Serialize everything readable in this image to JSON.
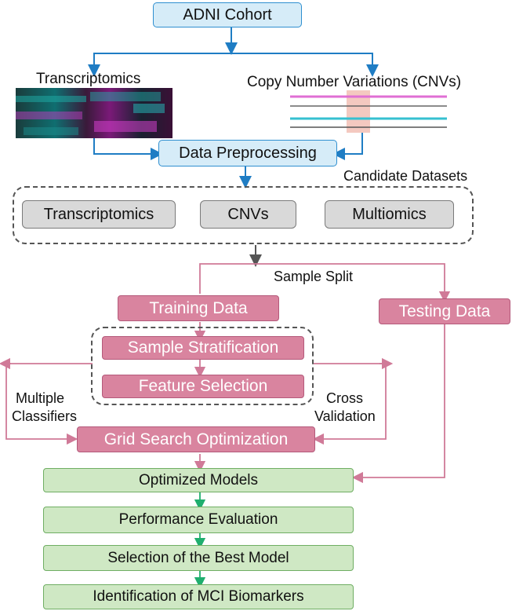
{
  "nodes": {
    "adni": "ADNI Cohort",
    "preprocessing": "Data Preprocessing",
    "transcriptomics_ds": "Transcriptomics",
    "cnvs_ds": "CNVs",
    "multiomics_ds": "Multiomics",
    "training": "Training Data",
    "testing": "Testing Data",
    "stratification": "Sample Stratification",
    "feature_selection": "Feature Selection",
    "grid_search": "Grid Search Optimization",
    "optimized": "Optimized Models",
    "performance": "Performance Evaluation",
    "selection": "Selection of the Best Model",
    "biomarkers": "Identification of MCI Biomarkers"
  },
  "labels": {
    "transcriptomics": "Transcriptomics",
    "cnvs": "Copy Number Variations (CNVs)",
    "candidate": "Candidate Datasets",
    "sample_split": "Sample Split",
    "multiple_classifiers_1": "Multiple",
    "multiple_classifiers_2": "Classifiers",
    "cross_validation_1": "Cross",
    "cross_validation_2": "Validation"
  },
  "colors": {
    "blue_arrow": "#1f7dc4",
    "pink_arrow": "#d07a98",
    "green_arrow": "#1fae6e",
    "gray_arrow": "#555555"
  }
}
